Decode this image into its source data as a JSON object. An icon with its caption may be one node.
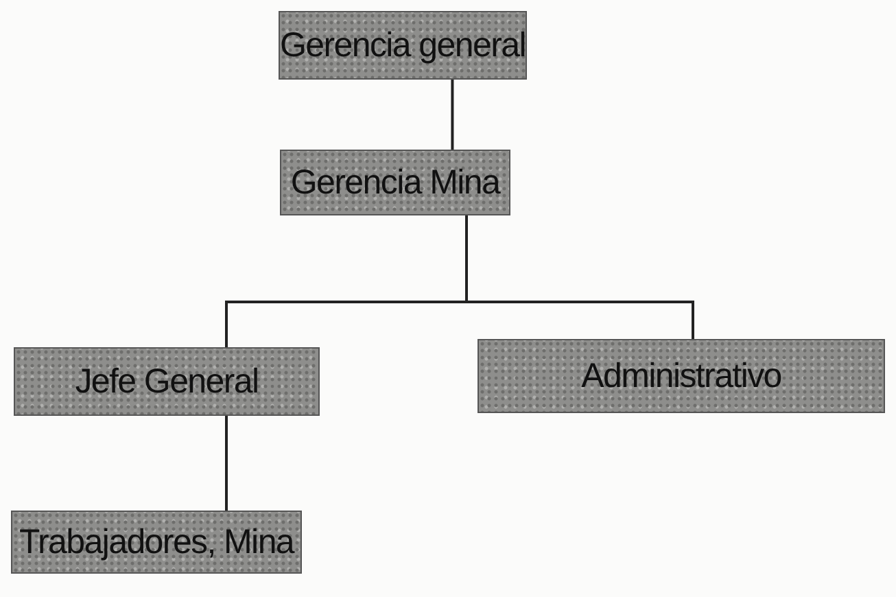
{
  "diagram": {
    "nodes": [
      {
        "text": [
          "Gerencia general"
        ]
      },
      {
        "text": [
          "Gerencia Mina"
        ]
      },
      {
        "text": [
          "Jefe General"
        ]
      },
      {
        "text": [
          "Administrativo"
        ]
      },
      {
        "text": [
          "Trabajadores, Mina"
        ]
      }
    ],
    "edges": [
      {
        "from": 0,
        "to": 1,
        "arrow": "none"
      },
      {
        "from": 1,
        "to": 2,
        "arrow": "none"
      },
      {
        "from": 1,
        "to": 3,
        "arrow": "none"
      },
      {
        "from": 2,
        "to": 4,
        "arrow": "none"
      }
    ]
  }
}
